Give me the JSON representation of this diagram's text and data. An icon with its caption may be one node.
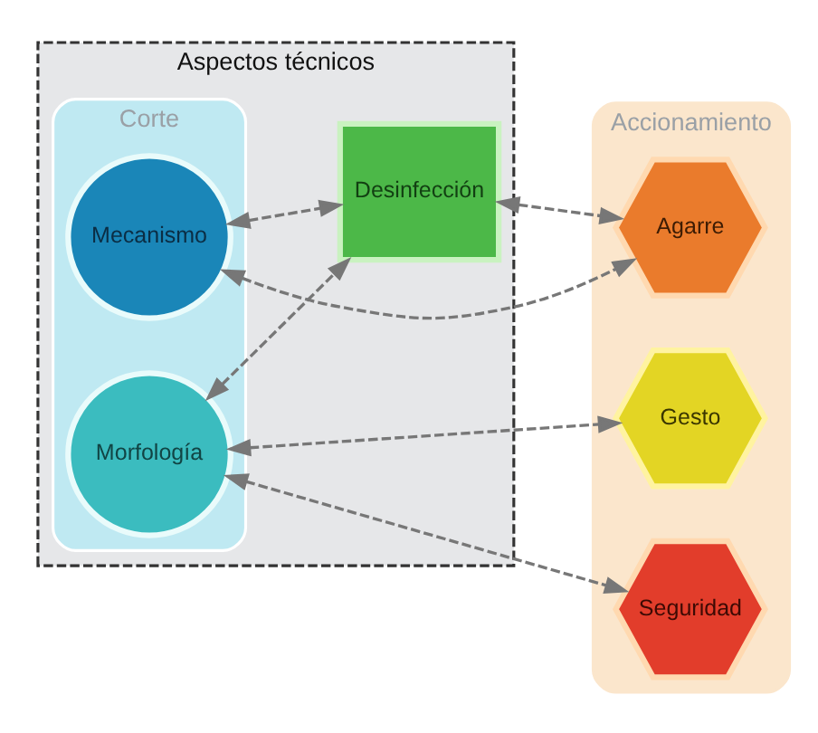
{
  "diagram": {
    "nodes": [
      {
        "text": [
          "Aspectos técnicos"
        ]
      },
      {
        "text": [
          "Corte"
        ],
        "in": 0
      },
      {
        "text": [
          "Morfología"
        ],
        "in": 1
      },
      {
        "text": [
          "Mecanismo"
        ],
        "in": 1
      },
      {
        "text": [
          "Desinfección"
        ],
        "in": 0
      },
      {
        "text": [
          "Accionamiento"
        ]
      },
      {
        "text": [
          "Gesto"
        ],
        "in": 5
      },
      {
        "text": [
          "Agarre"
        ],
        "in": 5
      },
      {
        "text": [
          "Seguridad"
        ],
        "in": 5
      }
    ],
    "edges": [
      {
        "from": 3,
        "to": 7,
        "arrow": "both",
        "style": "dashed"
      },
      {
        "from": 2,
        "to": 6,
        "arrow": "both",
        "style": "dashed"
      },
      {
        "from": 2,
        "to": 8,
        "arrow": "both",
        "style": "dashed"
      },
      {
        "from": 2,
        "to": 4,
        "arrow": "both",
        "style": "dashed"
      },
      {
        "from": 3,
        "to": 4,
        "arrow": "both",
        "style": "dashed"
      },
      {
        "from": 4,
        "to": 7,
        "arrow": "both",
        "style": "dashed"
      }
    ]
  }
}
